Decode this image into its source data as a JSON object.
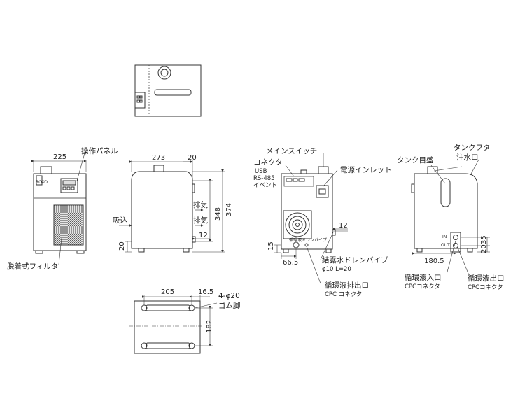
{
  "labels": {
    "control_panel": "操作パネル",
    "detachable_filter": "脱着式フィルタ",
    "intake": "吸込",
    "exhaust_upper": "排気",
    "exhaust_lower": "排気",
    "main_switch": "メインスイッチ",
    "connector": "コネクタ",
    "usb": "USB",
    "rs485": "RS-485",
    "event": "イベント",
    "power_inlet": "電源インレット",
    "condensate_pipe": "結露水ドレンパイプ",
    "condensate_pipe_spec": "φ10 L=20",
    "circ_outlet_port": "循環液排出口",
    "circ_outlet_connector": "CPC コネクタ",
    "tank_cap": "タンクフタ",
    "fill_port": "注水口",
    "tank_gauge": "タンク目盛",
    "circ_inlet": "循環液入口",
    "circ_inlet_connector": "CPCコネクタ",
    "circ_outlet": "循環液出口",
    "circ_outlet2_connector": "CPCコネクタ",
    "port_in": "IN",
    "port_out": "OUT",
    "rubber_feet_count": "4-φ20",
    "rubber_feet": "ゴム脚",
    "rear_plate": "循環液ドレンパイプ",
    "front_brand": "ROXO"
  },
  "dims": {
    "front_width": "225",
    "side_depth": "273",
    "side_top_offset": "20",
    "side_height_total": "374",
    "side_height_body": "348",
    "side_exhaust_offset": "12",
    "side_foot_height": "20",
    "rear_pipe_offset": "12",
    "rear_foot_height": "15",
    "rear_port_offset": "66.5",
    "right_port_depth": "180.5",
    "right_port_spacing": "35",
    "right_port_height": "20",
    "bottom_feet_spacing": "205",
    "bottom_foot_offset": "16.5",
    "bottom_depth": "182"
  }
}
